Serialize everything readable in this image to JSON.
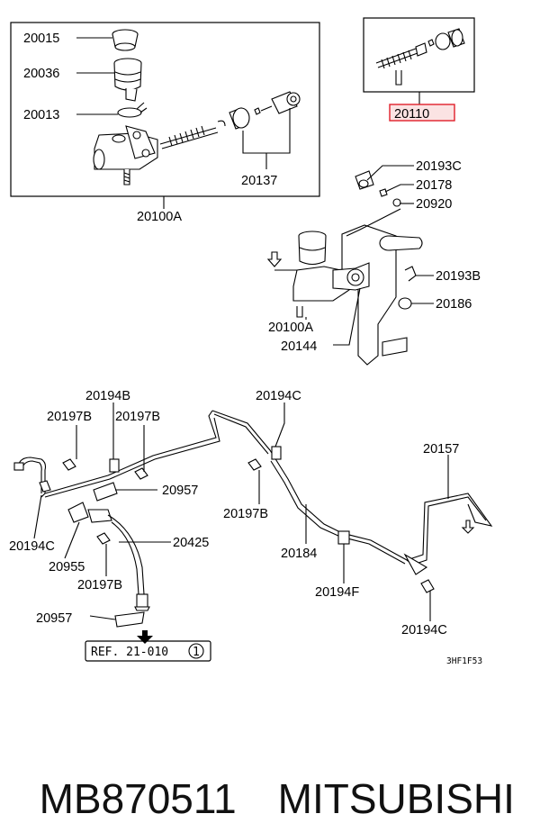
{
  "labels": {
    "p20015": "20015",
    "p20036": "20036",
    "p20013": "20013",
    "p20137": "20137",
    "p20100A_top": "20100A",
    "p20110": "20110",
    "p20193C": "20193C",
    "p20178": "20178",
    "p20920": "20920",
    "p20193B": "20193B",
    "p20186": "20186",
    "p20100A_mid": "20100A",
    "p20144": "20144",
    "p20194B": "20194B",
    "p20197B_a": "20197B",
    "p20197B_b": "20197B",
    "p20194C_top": "20194C",
    "p20957_a": "20957",
    "p20197B_c": "20197B",
    "p20157": "20157",
    "p20194C_left": "20194C",
    "p20955": "20955",
    "p20425": "20425",
    "p20184": "20184",
    "p20197B_d": "20197B",
    "p20194F": "20194F",
    "p20957_b": "20957",
    "p20194C_right": "20194C"
  },
  "reference": {
    "text": "REF. 21-010",
    "circle_num": "1"
  },
  "figure_code": "3HF1F53",
  "footer": {
    "part_number": "MB870511",
    "brand": "MITSUBISHI"
  },
  "colors": {
    "highlight": "#e0202a",
    "highlight_fill": "#fbe3e3"
  }
}
